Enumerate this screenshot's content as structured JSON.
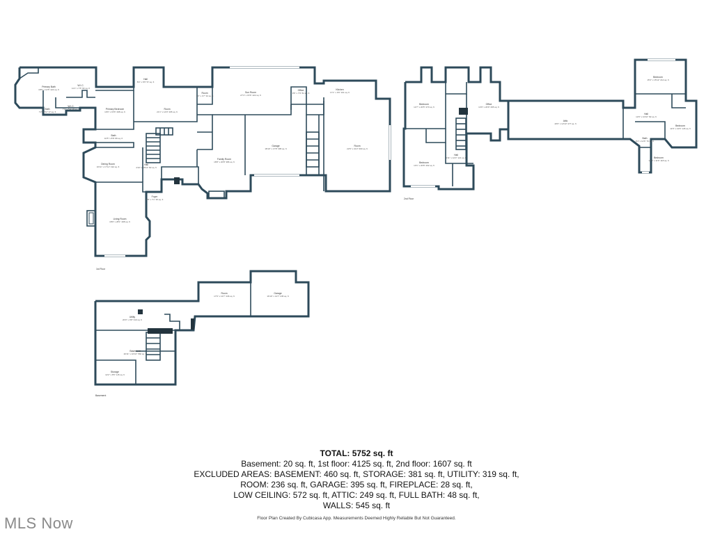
{
  "floors": {
    "first": {
      "label": "1st Floor",
      "rooms": [
        {
          "id": "primary-bath",
          "name": "Primary Bath",
          "dims": "18'5\" x 14'5\" 224 sq. ft"
        },
        {
          "id": "wic",
          "name": "W.I.C.",
          "dims": "11'1\" x 7'5\" 82 sq. ft"
        },
        {
          "id": "bath-1",
          "name": "Bath",
          "dims": "7'2\" x 5'2\" 37 sq. ft"
        },
        {
          "id": "wic-2",
          "name": "W.I.C.",
          "dims": "7'3\" x 5'4\" 38 sq. ft"
        },
        {
          "id": "primary-bedroom",
          "name": "Primary Bedroom",
          "dims": "19'6\" x 15'6\" 298 sq. ft"
        },
        {
          "id": "hall-top",
          "name": "Hall",
          "dims": "8'4\" x 6'5\" 57 sq. ft"
        },
        {
          "id": "room-1",
          "name": "Room",
          "dims": "21'1\" x 14'9\" 295 sq. ft"
        },
        {
          "id": "room-small",
          "name": "Room",
          "dims": "7'3\" x 4'7\" 34 sq. ft"
        },
        {
          "id": "sun-room",
          "name": "Sun Room",
          "dims": "27'4\" x 15'6\" 422 sq. ft"
        },
        {
          "id": "office-1",
          "name": "Office",
          "dims": "9'6\" x 7'9\" 81 sq. ft"
        },
        {
          "id": "kitchen",
          "name": "Kitchen",
          "dims": "17'1\" x 9'6\" 161 sq. ft"
        },
        {
          "id": "bath-2",
          "name": "Bath",
          "dims": "10'5\" x 8'8\" 89 sq. ft"
        },
        {
          "id": "dining-room",
          "name": "Dining Room",
          "dims": "16'11\" x 17'11\" 192 sq. ft"
        },
        {
          "id": "hall-1",
          "name": "Hall",
          "dims": "4'10\" x 16'11\" 82 sq. ft"
        },
        {
          "id": "family-room",
          "name": "Family Room",
          "dims": "18'8\" x 20'8\" 386 sq. ft"
        },
        {
          "id": "garage-1",
          "name": "Garage",
          "dims": "18'10\" x 17'8\" 395 sq. ft"
        },
        {
          "id": "room-big",
          "name": "Room",
          "dims": "22'6\" x 31'2\" 600 sq. ft"
        },
        {
          "id": "foyer",
          "name": "Foyer",
          "dims": "5'8\" x 7'1\" 35 sq. ft"
        },
        {
          "id": "living-room",
          "name": "Living Room",
          "dims": "18'9\" x 28'1\" 408 sq. ft"
        }
      ]
    },
    "second": {
      "label": "2nd Floor",
      "rooms": [
        {
          "id": "bedroom-1",
          "name": "Bedroom",
          "dims": "12'7\" x 20'5\" 270 sq. ft"
        },
        {
          "id": "office-2",
          "name": "Office",
          "dims": "14'6\" x 20'9\" 295 sq. ft"
        },
        {
          "id": "attic",
          "name": "Attic",
          "dims": "40'6\" x 12'10\" 477 sq. ft"
        },
        {
          "id": "bedroom-2",
          "name": "Bedroom",
          "dims": "13'1\" x 20'8\" 262 sq. ft"
        },
        {
          "id": "hall-2",
          "name": "Hall",
          "dims": "9'11\" x 12'3\" 121 sq. ft"
        },
        {
          "id": "bedroom-3",
          "name": "Bedroom",
          "dims": "15'3\" x 15'12\" 214 sq. ft"
        },
        {
          "id": "hall-3",
          "name": "Hall",
          "dims": "12'0\" x 10'10\" 82 sq. ft"
        },
        {
          "id": "bedroom-4",
          "name": "Bedroom",
          "dims": "11'6\" x 13'6\" 145 sq. ft"
        },
        {
          "id": "bath-3",
          "name": "Bath",
          "dims": "8'4\" x 12'6\" 76 sq. ft"
        },
        {
          "id": "bedroom-5",
          "name": "Bedroom",
          "dims": "12'0\" x 11'9\" 118 sq. ft"
        }
      ]
    },
    "basement": {
      "label": "Basement",
      "rooms": [
        {
          "id": "room-b",
          "name": "Room",
          "dims": "17'6\" x 13'7\" 236 sq. ft"
        },
        {
          "id": "garage-b",
          "name": "Garage",
          "dims": "16'10\" x 14'7\" 245 sq. ft"
        },
        {
          "id": "utility",
          "name": "Utility",
          "dims": "20'0\" x 9'8\" 319 sq. ft"
        },
        {
          "id": "basement-main",
          "name": "Basement",
          "dims": "20'11\" x 16'10\" 560 sq. ft"
        },
        {
          "id": "storage",
          "name": "Storage",
          "dims": "12'2\" x 8'5\" 115 sq. ft"
        }
      ]
    }
  },
  "totals": {
    "title": "TOTAL: 5752 sq. ft",
    "lines": [
      "Basement: 20 sq. ft, 1st floor: 4125 sq. ft, 2nd floor: 1607 sq. ft",
      "EXCLUDED AREAS: BASEMENT: 460 sq. ft, STORAGE: 381 sq. ft, UTILITY: 319 sq. ft,",
      "ROOM: 236 sq. ft, GARAGE: 395 sq. ft, FIREPLACE: 28 sq. ft,",
      "LOW CEILING: 572 sq. ft, ATTIC: 249 sq. ft, FULL BATH: 48 sq. ft,",
      "WALLS: 545 sq. ft"
    ]
  },
  "credit": "Floor Plan Created By Cubicasa App. Measurements Deemed Highly Reliable But Not Guaranteed.",
  "logo": "MLS Now",
  "colors": {
    "wall": "#2d4a5a",
    "text": "#111111",
    "logo": "#8a8a8a"
  }
}
